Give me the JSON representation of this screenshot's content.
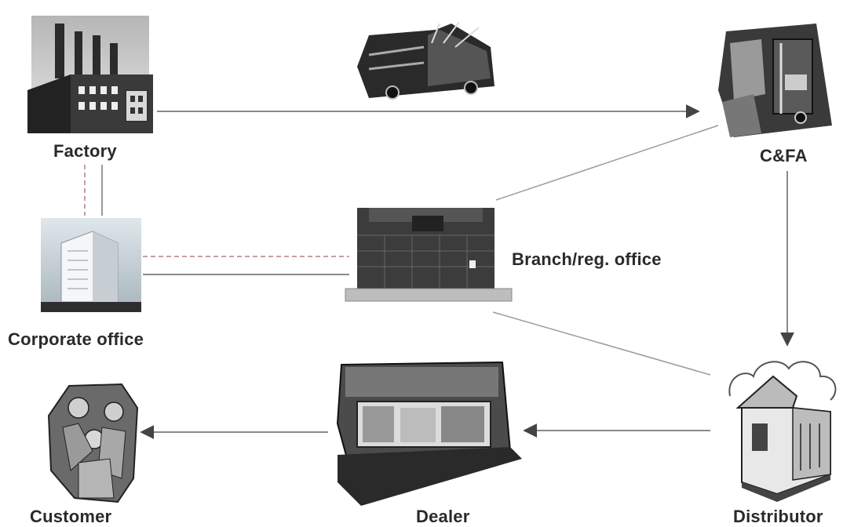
{
  "nodes": {
    "factory": {
      "label": "Factory",
      "icon": "factory-icon"
    },
    "cfa": {
      "label": "C&FA",
      "icon": "warehouse-forklift-icon"
    },
    "corporate_office": {
      "label": "Corporate office",
      "icon": "office-building-icon"
    },
    "branch_office": {
      "label": "Branch/reg. office",
      "icon": "branch-office-building-icon"
    },
    "customer": {
      "label": "Customer",
      "icon": "customer-group-icon"
    },
    "dealer": {
      "label": "Dealer",
      "icon": "store-counter-icon"
    },
    "distributor": {
      "label": "Distributor",
      "icon": "distributor-house-icon"
    }
  },
  "transport_icon": "delivery-truck-icon",
  "colors": {
    "line": "#8a8a8a",
    "arrow": "#555555",
    "dashed": "#b08080",
    "text": "#2a2a2a"
  }
}
